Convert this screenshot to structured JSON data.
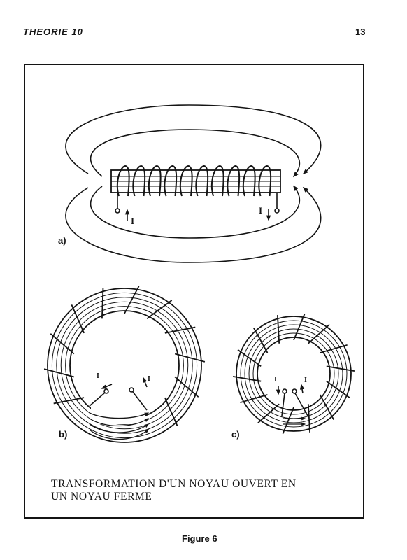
{
  "header": {
    "title": "THEORIE 10",
    "page_number": "13"
  },
  "diagram": {
    "panels": [
      {
        "id": "a",
        "label": "a)"
      },
      {
        "id": "b",
        "label": "b)"
      },
      {
        "id": "c",
        "label": "c)"
      }
    ],
    "current_symbol": "I",
    "caption_lines": [
      "TRANSFORMATION D'UN NOYAU OUVERT EN",
      "UN NOYAU FERME"
    ]
  },
  "figure_label": "Figure 6",
  "colors": {
    "ink": "#141414",
    "paper": "#ffffff"
  }
}
